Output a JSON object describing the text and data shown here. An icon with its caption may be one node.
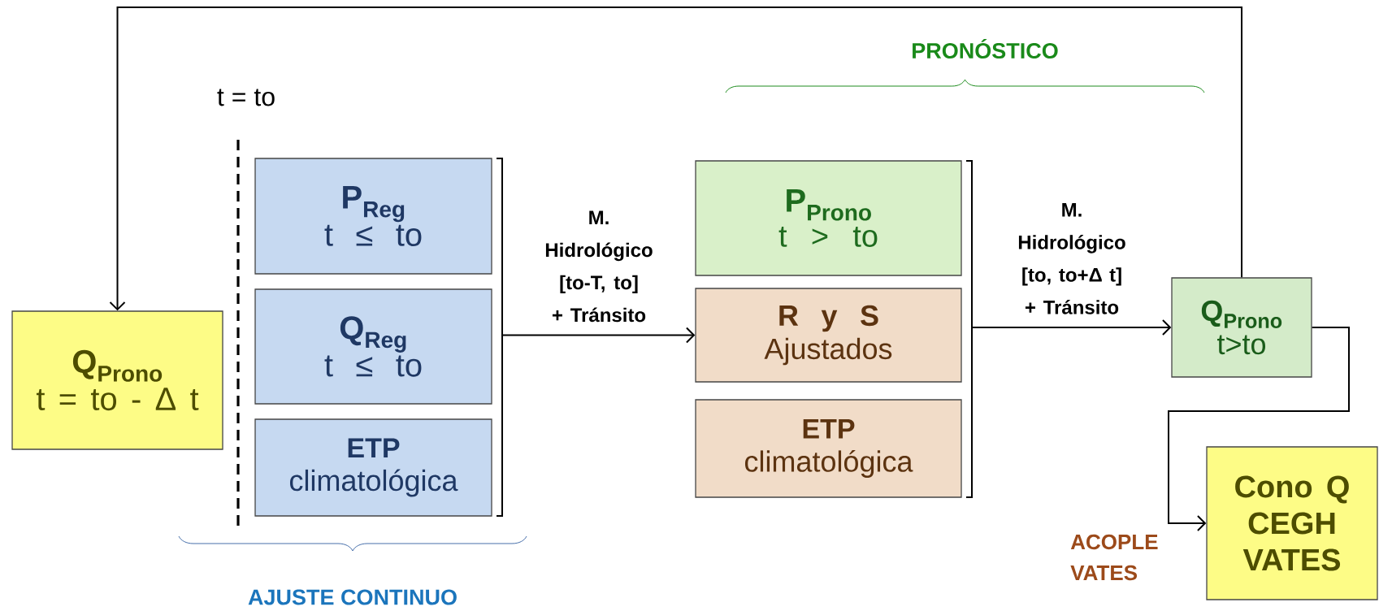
{
  "diagram": {
    "nodes": [
      {
        "text": [
          "Q$_{Prono}$",
          "t = to - Δ t"
        ]
      },
      {
        "text": [
          "P$_{Reg}$",
          "t ≤ to"
        ]
      },
      {
        "text": [
          "Q$_{Reg}$",
          "t ≤ to"
        ]
      },
      {
        "text": [
          "ETP",
          "climatológica"
        ]
      },
      {
        "text": [
          "P$_{Prono}$",
          "t > to"
        ]
      },
      {
        "text": [
          "R y S",
          "Ajustados"
        ]
      },
      {
        "text": [
          "ETP",
          "climatológica"
        ]
      },
      {
        "text": [
          "Q$_{Prono}$",
          "t>to"
        ]
      },
      {
        "text": [
          "Cono Q CEGH VATES"
        ]
      }
    ],
    "edges": [
      {
        "from": 1,
        "to": 5,
        "arrow": "to"
      },
      {
        "from": 2,
        "to": 5,
        "arrow": "to",
        "label": "M. Hidrológico [to-T, to] + Tránsito"
      },
      {
        "from": 3,
        "to": 5,
        "arrow": "to"
      },
      {
        "from": 4,
        "to": 7,
        "arrow": "to"
      },
      {
        "from": 5,
        "to": 7,
        "arrow": "to",
        "label": "M. Hidrológico [to, to+Δ t] + Tránsito"
      },
      {
        "from": 6,
        "to": 7,
        "arrow": "to"
      },
      {
        "from": 7,
        "to": 0,
        "arrow": "to"
      },
      {
        "from": 7,
        "to": 8,
        "arrow": "to",
        "label": "ACOPLE VATES"
      }
    ],
    "labels": [
      "t = to",
      "PRONÓSTICO",
      "AJUSTE CONTINUO"
    ]
  }
}
